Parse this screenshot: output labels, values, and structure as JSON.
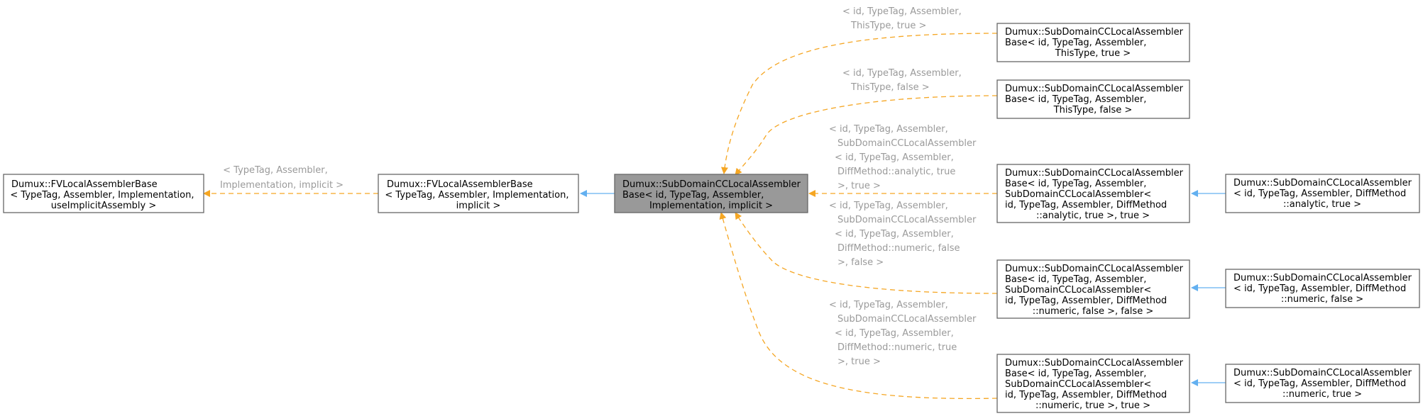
{
  "nodes": {
    "fv_base_generic": [
      "Dumux::FVLocalAssemblerBase",
      "< TypeTag, Assembler, Implementation,",
      "useImplicitAssembly >"
    ],
    "fv_base_implicit": [
      "Dumux::FVLocalAssemblerBase",
      "< TypeTag, Assembler, Implementation,",
      "implicit >"
    ],
    "subdomain_base": [
      "Dumux::SubDomainCCLocalAssembler",
      "Base< id, TypeTag, Assembler,",
      "Implementation, implicit >"
    ],
    "base_thistype_true": [
      "Dumux::SubDomainCCLocalAssembler",
      "Base< id, TypeTag, Assembler,",
      "ThisType, true >"
    ],
    "base_thistype_false": [
      "Dumux::SubDomainCCLocalAssembler",
      "Base< id, TypeTag, Assembler,",
      "ThisType, false >"
    ],
    "base_analytic_true": [
      "Dumux::SubDomainCCLocalAssembler",
      "Base< id, TypeTag, Assembler,",
      "SubDomainCCLocalAssembler<",
      "id, TypeTag, Assembler, DiffMethod",
      "::analytic, true >, true >"
    ],
    "base_numeric_false": [
      "Dumux::SubDomainCCLocalAssembler",
      "Base< id, TypeTag, Assembler,",
      "SubDomainCCLocalAssembler<",
      "id, TypeTag, Assembler, DiffMethod",
      "::numeric, false >, false >"
    ],
    "base_numeric_true": [
      "Dumux::SubDomainCCLocalAssembler",
      "Base< id, TypeTag, Assembler,",
      "SubDomainCCLocalAssembler<",
      "id, TypeTag, Assembler, DiffMethod",
      "::numeric, true >, true >"
    ],
    "assembler_analytic_true": [
      "Dumux::SubDomainCCLocalAssembler",
      "< id, TypeTag, Assembler, DiffMethod",
      "::analytic, true >"
    ],
    "assembler_numeric_false": [
      "Dumux::SubDomainCCLocalAssembler",
      "< id, TypeTag, Assembler, DiffMethod",
      "::numeric, false >"
    ],
    "assembler_numeric_true": [
      "Dumux::SubDomainCCLocalAssembler",
      "< id, TypeTag, Assembler, DiffMethod",
      "::numeric, true >"
    ]
  },
  "edge_labels": {
    "fv_template_args": [
      "< TypeTag, Assembler,",
      "Implementation, implicit >"
    ],
    "thistype_true_args": [
      "< id, TypeTag, Assembler,",
      "ThisType, true >"
    ],
    "thistype_false_args": [
      "< id, TypeTag, Assembler,",
      "ThisType, false >"
    ],
    "analytic_true_args": [
      "< id, TypeTag, Assembler,",
      "SubDomainCCLocalAssembler",
      "< id, TypeTag, Assembler,",
      "DiffMethod::analytic, true",
      ">, true >"
    ],
    "numeric_false_args": [
      "< id, TypeTag, Assembler,",
      "SubDomainCCLocalAssembler",
      "< id, TypeTag, Assembler,",
      "DiffMethod::numeric, false",
      ">, false >"
    ],
    "numeric_true_args": [
      "< id, TypeTag, Assembler,",
      "SubDomainCCLocalAssembler",
      "< id, TypeTag, Assembler,",
      "DiffMethod::numeric, true",
      ">, true >"
    ]
  },
  "colors": {
    "template_edge": "#f5a623",
    "inherit_edge": "#63b0f0",
    "current_node_fill": "#999999",
    "label_text": "#9a9a9a"
  }
}
